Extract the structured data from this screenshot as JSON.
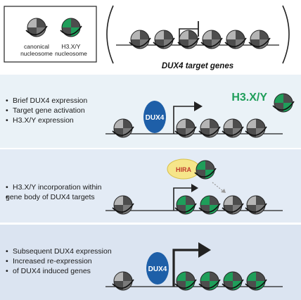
{
  "legend": {
    "canonical_label": "canonical\nnucleosome",
    "h3xy_label": "H3.X/Y\nnucleosome"
  },
  "header": {
    "title": "DUX4 target genes"
  },
  "panels": [
    {
      "bullets": [
        "Brief DUX4 expression",
        "Target gene activation",
        "H3.X/Y expression"
      ],
      "tf_label": "DUX4",
      "variant_label": "H3.X/Y"
    },
    {
      "bullets": [
        "H3.X/Y incorporation within",
        "gene body of DUX4 targets"
      ],
      "chaperone_label": "HIRA"
    },
    {
      "bullets": [
        "Subsequent DUX4 expression",
        "Increased re-expression",
        "of DUX4 induced genes"
      ],
      "tf_label": "DUX4"
    }
  ],
  "colors": {
    "h3xy_green": "#1f9e5a",
    "dux4_blue": "#1e5fa8",
    "hira_yellow": "#f6e58a",
    "nuc_dark": "#4d4d4d",
    "nuc_mid": "#7a7a7a",
    "nuc_light": "#b5b5b5"
  }
}
